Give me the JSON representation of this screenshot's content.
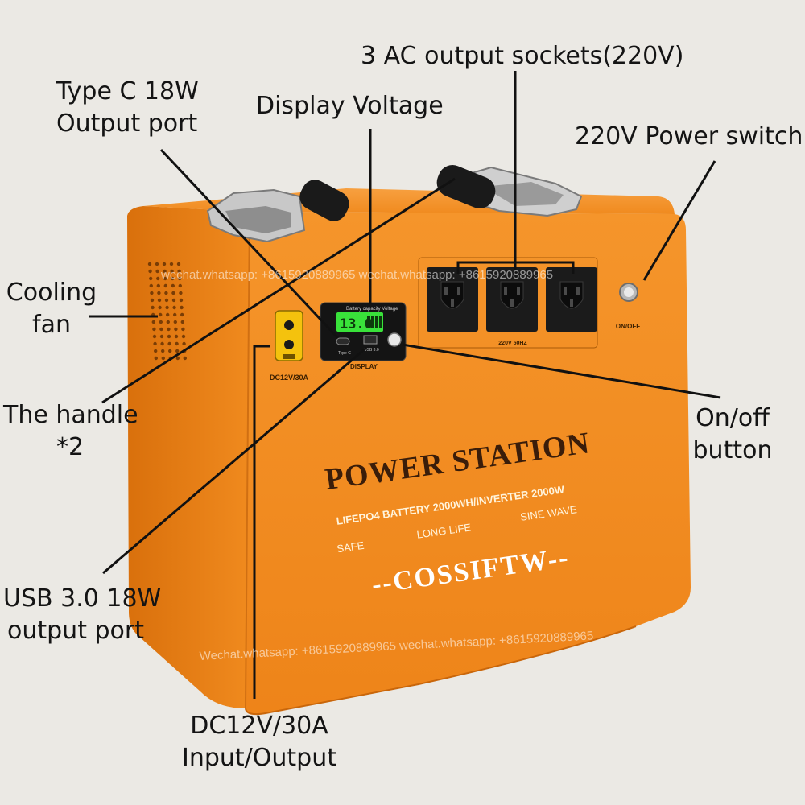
{
  "callouts": {
    "ac_sockets": "3 AC output sockets(220V)",
    "type_c": "Type C 18W\nOutput port",
    "display_voltage": "Display Voltage",
    "power_switch": "220V Power switch",
    "cooling_fan": "Cooling\nfan",
    "handle": "The handle\n*2",
    "on_off_button": "On/off\nbutton",
    "usb": "USB 3.0 18W\noutput port",
    "dc_port": "DC12V/30A\nInput/Output"
  },
  "device": {
    "title": "POWER STATION",
    "spec": "LIFEPO4 BATTERY  2000WH/INVERTER 2000W",
    "tag_safe": "SAFE",
    "tag_long_life": "LONG LIFE",
    "tag_sine_wave": "SINE WAVE",
    "brand": "--COSSIFTW--",
    "dc_label": "DC12V/30A",
    "display_label": "DISPLAY",
    "ac_rating": "220V 50HZ",
    "switch_label": "ON/OFF",
    "lcd_header": "Battery capacity Voltage",
    "lcd_reading": "13.0",
    "usb_port_label": "USB 3.0",
    "typec_port_label": "Type C"
  },
  "watermarks": {
    "top": "wechat.whatsapp: +8615920889965  wechat.whatsapp: +8615920889965",
    "bottom": "Wechat.whatsapp: +8615920889965  wechat.whatsapp: +8615920889965"
  },
  "colors": {
    "background": "#ebe9e4",
    "body_orange": "#f08a1e",
    "socket_black": "#1b1b1b",
    "lcd_green": "#39e23a",
    "callout_text": "#141414"
  }
}
